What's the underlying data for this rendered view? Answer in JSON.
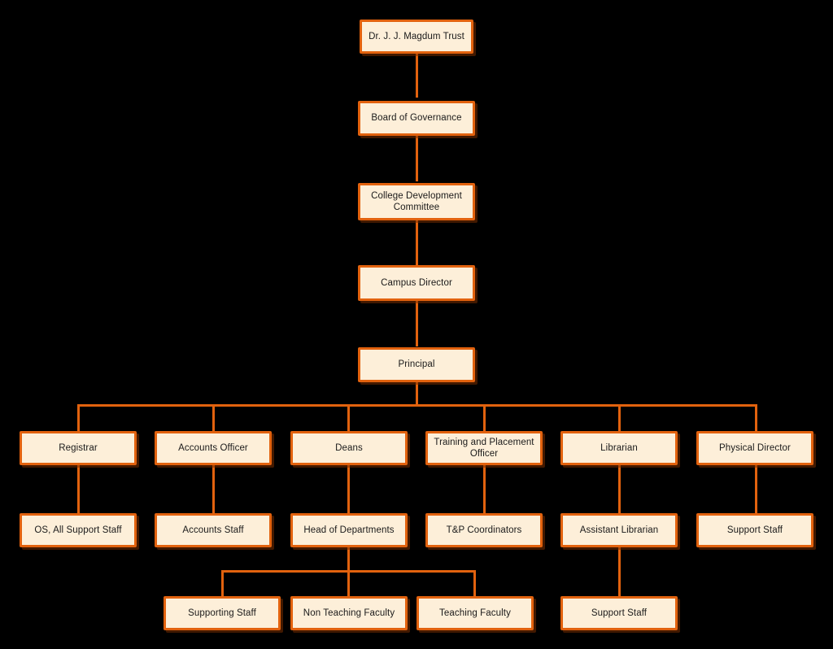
{
  "chart_data": {
    "type": "diagram",
    "subtype": "organizational-chart",
    "title": "",
    "orientation": "top-down",
    "theme": {
      "background": "#000000",
      "node_fill": "#FDEFD9",
      "node_border": "#E2620E",
      "connector": "#E2620E",
      "text": "#1a1a1a"
    },
    "levels": [
      {
        "level": 1,
        "nodes": [
          "Dr. J. J. Magdum Trust"
        ]
      },
      {
        "level": 2,
        "nodes": [
          "Board of Governance"
        ]
      },
      {
        "level": 3,
        "nodes": [
          "College Development Committee"
        ]
      },
      {
        "level": 4,
        "nodes": [
          "Campus Director"
        ]
      },
      {
        "level": 5,
        "nodes": [
          "Principal"
        ]
      },
      {
        "level": 6,
        "nodes": [
          "Registrar",
          "Accounts Officer",
          "Deans",
          "Training and Placement Officer",
          "Librarian",
          "Physical Director"
        ]
      },
      {
        "level": 7,
        "nodes": [
          "OS, All Support Staff",
          "Accounts Staff",
          "Head of Departments",
          "T&P Coordinators",
          "Assistant Librarian",
          "Support Staff"
        ]
      },
      {
        "level": 8,
        "nodes": [
          "Supporting Staff",
          "Non Teaching Faculty",
          "Teaching Faculty",
          "Support Staff"
        ]
      }
    ],
    "edges": [
      {
        "from": "Dr. J. J. Magdum Trust",
        "to": "Board of Governance"
      },
      {
        "from": "Board of Governance",
        "to": "College Development Committee"
      },
      {
        "from": "College Development Committee",
        "to": "Campus Director"
      },
      {
        "from": "Campus Director",
        "to": "Principal"
      },
      {
        "from": "Principal",
        "to": "Registrar"
      },
      {
        "from": "Principal",
        "to": "Accounts Officer"
      },
      {
        "from": "Principal",
        "to": "Deans"
      },
      {
        "from": "Principal",
        "to": "Training and Placement Officer"
      },
      {
        "from": "Principal",
        "to": "Librarian"
      },
      {
        "from": "Principal",
        "to": "Physical Director"
      },
      {
        "from": "Registrar",
        "to": "OS, All Support Staff"
      },
      {
        "from": "Accounts Officer",
        "to": "Accounts Staff"
      },
      {
        "from": "Deans",
        "to": "Head of Departments"
      },
      {
        "from": "Training and Placement Officer",
        "to": "T&P Coordinators"
      },
      {
        "from": "Librarian",
        "to": "Assistant Librarian"
      },
      {
        "from": "Physical Director",
        "to": "Support Staff"
      },
      {
        "from": "Head of Departments",
        "to": "Supporting Staff"
      },
      {
        "from": "Head of Departments",
        "to": "Non Teaching Faculty"
      },
      {
        "from": "Head of Departments",
        "to": "Teaching Faculty"
      },
      {
        "from": "Assistant Librarian",
        "to": "Support Staff"
      }
    ]
  },
  "nodes": {
    "trust": "Dr. J. J. Magdum Trust",
    "board": "Board of Governance",
    "cdc": "College Development Committee",
    "campus_director": "Campus Director",
    "principal": "Principal",
    "registrar": "Registrar",
    "accounts_officer": "Accounts Officer",
    "deans": "Deans",
    "tpo": "Training and Placement Officer",
    "librarian": "Librarian",
    "physical_director": "Physical Director",
    "os_support_staff": "OS, All Support Staff",
    "accounts_staff": "Accounts Staff",
    "head_of_departments": "Head of Departments",
    "tp_coordinators": "T&P Coordinators",
    "assistant_librarian": "Assistant Librarian",
    "pd_support_staff": "Support Staff",
    "supporting_staff": "Supporting Staff",
    "non_teaching_faculty": "Non Teaching Faculty",
    "teaching_faculty": "Teaching Faculty",
    "librarian_support_staff": "Support Staff"
  }
}
